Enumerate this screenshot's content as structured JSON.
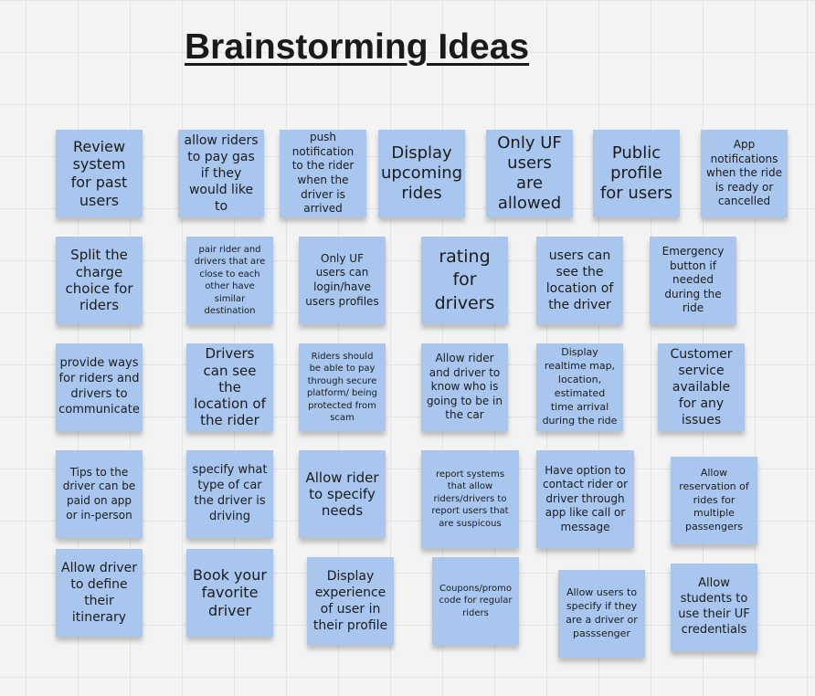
{
  "board": {
    "title": "Brainstorming Ideas"
  },
  "notes": [
    "Review system for past users",
    "allow riders to pay gas if they would like to",
    "push notification to the rider when the driver is arrived",
    "Display upcoming rides",
    "Only UF users are allowed",
    "Public profile for users",
    "App notifications when the ride is ready or cancelled",
    "Split the charge choice for riders",
    "pair rider and drivers that are close to each other have similar destination",
    "Only UF users can login/have users profiles",
    "rating for drivers",
    "users can see the location of the driver",
    "Emergency button if needed during the ride",
    "provide ways for riders and drivers to communicate",
    "Drivers can see the location of the rider",
    "Riders should be able to pay through secure platform/ being protected from scam",
    "Allow rider and driver to know who is going to be in the car",
    "Display realtime map, location, estimated time arrival during the ride",
    "Customer service available for any issues",
    "Tips to the driver can be paid on app or in-person",
    "specify what type of car the driver is driving",
    "Allow rider to specify needs",
    "report systems that allow riders/drivers to report users that are suspicous",
    "Have option to contact rider or driver through app like call or message",
    "Allow reservation of rides for multiple passengers",
    "Allow driver to define their itinerary",
    "Book your favorite driver",
    "Display experience of user in their profile",
    "Coupons/promo code for regular riders",
    "Allow users to specify if they are a driver or passsenger",
    "Allow students to use their UF credentials"
  ],
  "colors": {
    "note": "#a9c6ee",
    "background": "#f3f3f3",
    "grid": "#e4e4e4",
    "text": "#1c1c1c"
  }
}
